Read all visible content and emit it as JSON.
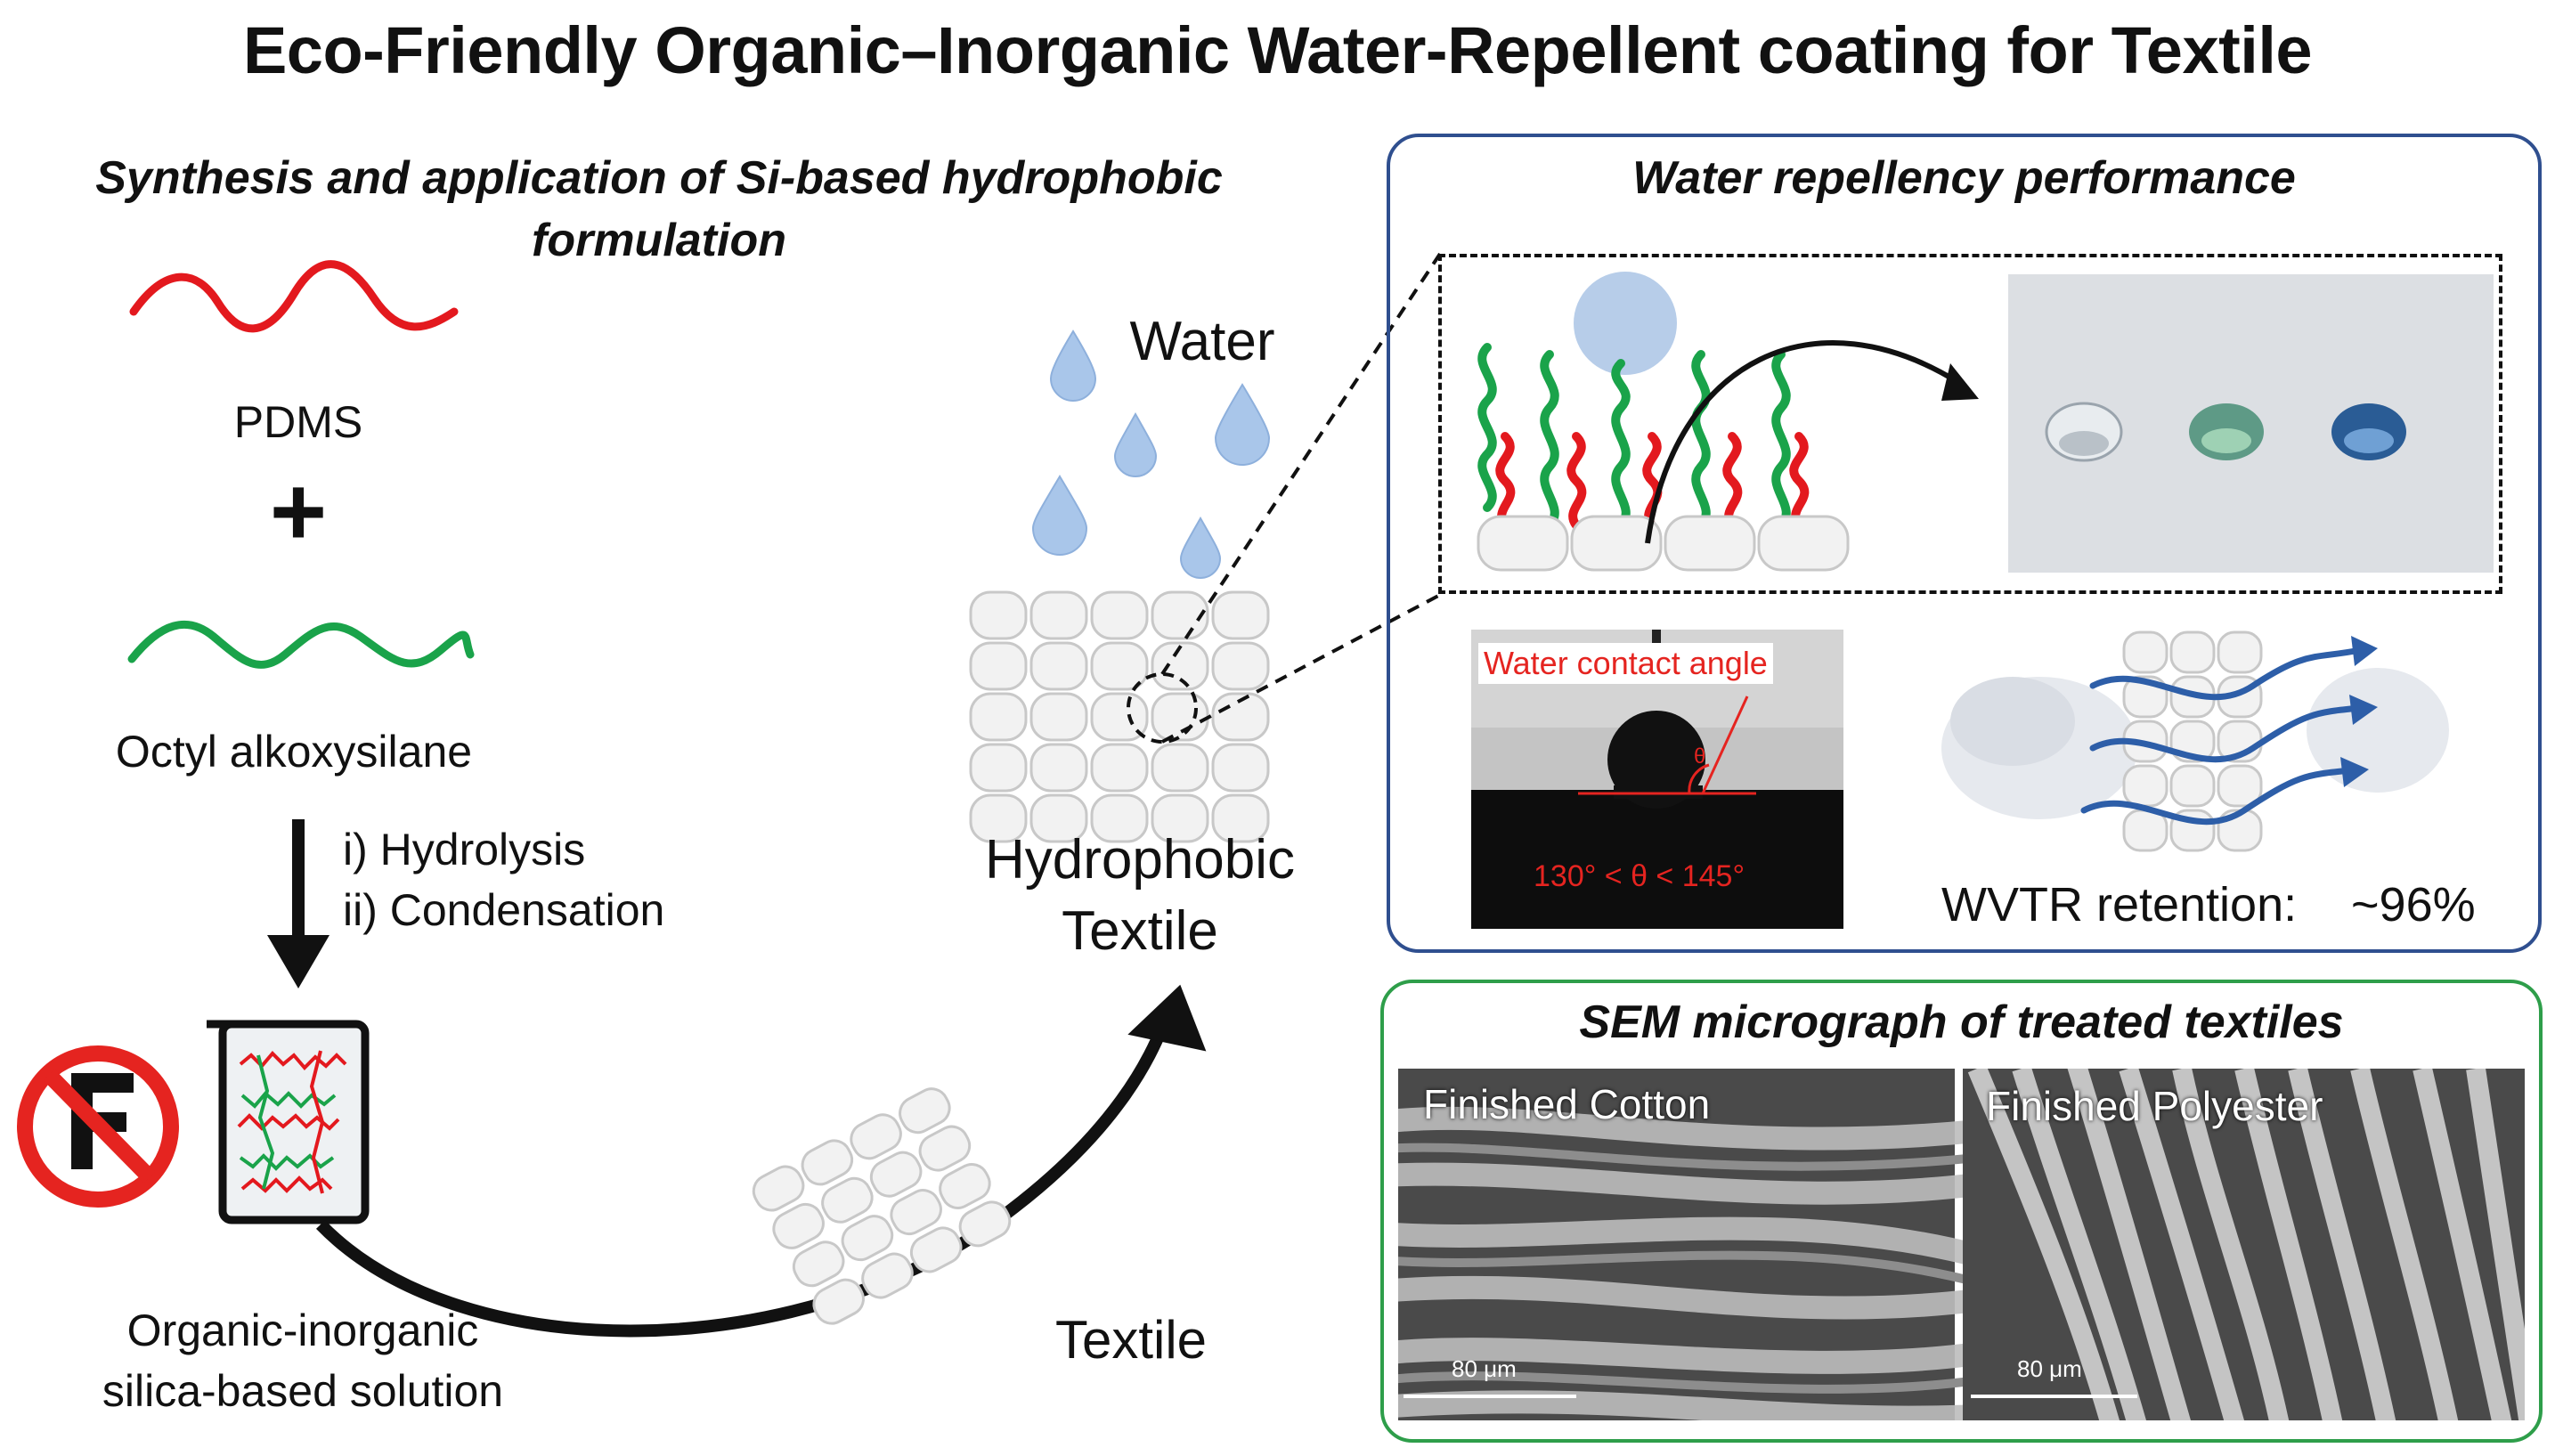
{
  "title": "Eco-Friendly Organic–Inorganic Water-Repellent coating for Textile",
  "synthesis": {
    "heading": "Synthesis and application of Si-based hydrophobic formulation",
    "pdms": "PDMS",
    "plus": "+",
    "octyl": "Octyl alkoxysilane",
    "step1": "i)  Hydrolysis",
    "step2": "ii) Condensation",
    "solution_line1": "Organic-inorganic",
    "solution_line2": "silica-based solution",
    "textile": "Textile",
    "water": "Water",
    "hydrophobic_line1": "Hydrophobic",
    "hydrophobic_line2": "Textile"
  },
  "performance": {
    "heading": "Water repellency performance",
    "contact_angle_label": "Water contact angle",
    "theta": "θ",
    "angle_range": "130° < θ < 145°",
    "wvtr_label": "WVTR retention:",
    "wvtr_value": "~96%"
  },
  "sem": {
    "heading": "SEM micrograph of treated textiles",
    "cotton": "Finished Cotton",
    "polyester": "Finished Polyester",
    "scale_cotton": "80 μm",
    "scale_polyester": "80 μm"
  },
  "colors": {
    "pdms": "#e3191e",
    "octyl": "#1aa34a",
    "performance_border": "#2f4f8f",
    "sem_border": "#2e9e4a",
    "droplet": "#a9c6ea",
    "no_fluorine": "#e52420"
  }
}
